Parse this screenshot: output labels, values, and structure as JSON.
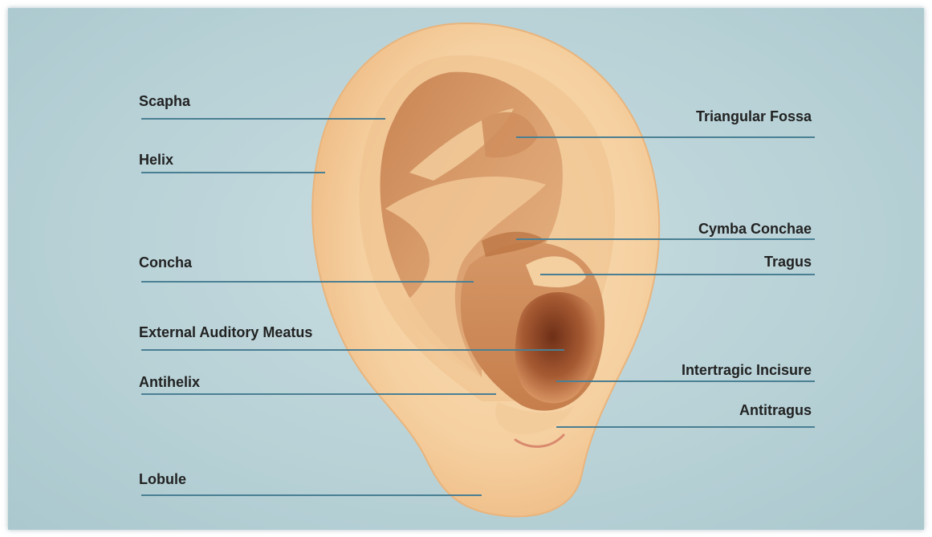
{
  "labels": {
    "left": [
      "Scapha",
      "Helix",
      "Concha",
      "External Auditory Meatus",
      "Antihelix",
      "Lobule"
    ],
    "right": [
      "Triangular Fossa",
      "Cymba Conchae",
      "Tragus",
      "Intertragic Incisure",
      "Antitragus"
    ]
  },
  "colors": {
    "background": "#b7d1d6",
    "leader_line": "#4a7f93",
    "skin": "#f6d2a4",
    "skin_shadow": "#c98a5a",
    "canal": "#8a4526"
  }
}
